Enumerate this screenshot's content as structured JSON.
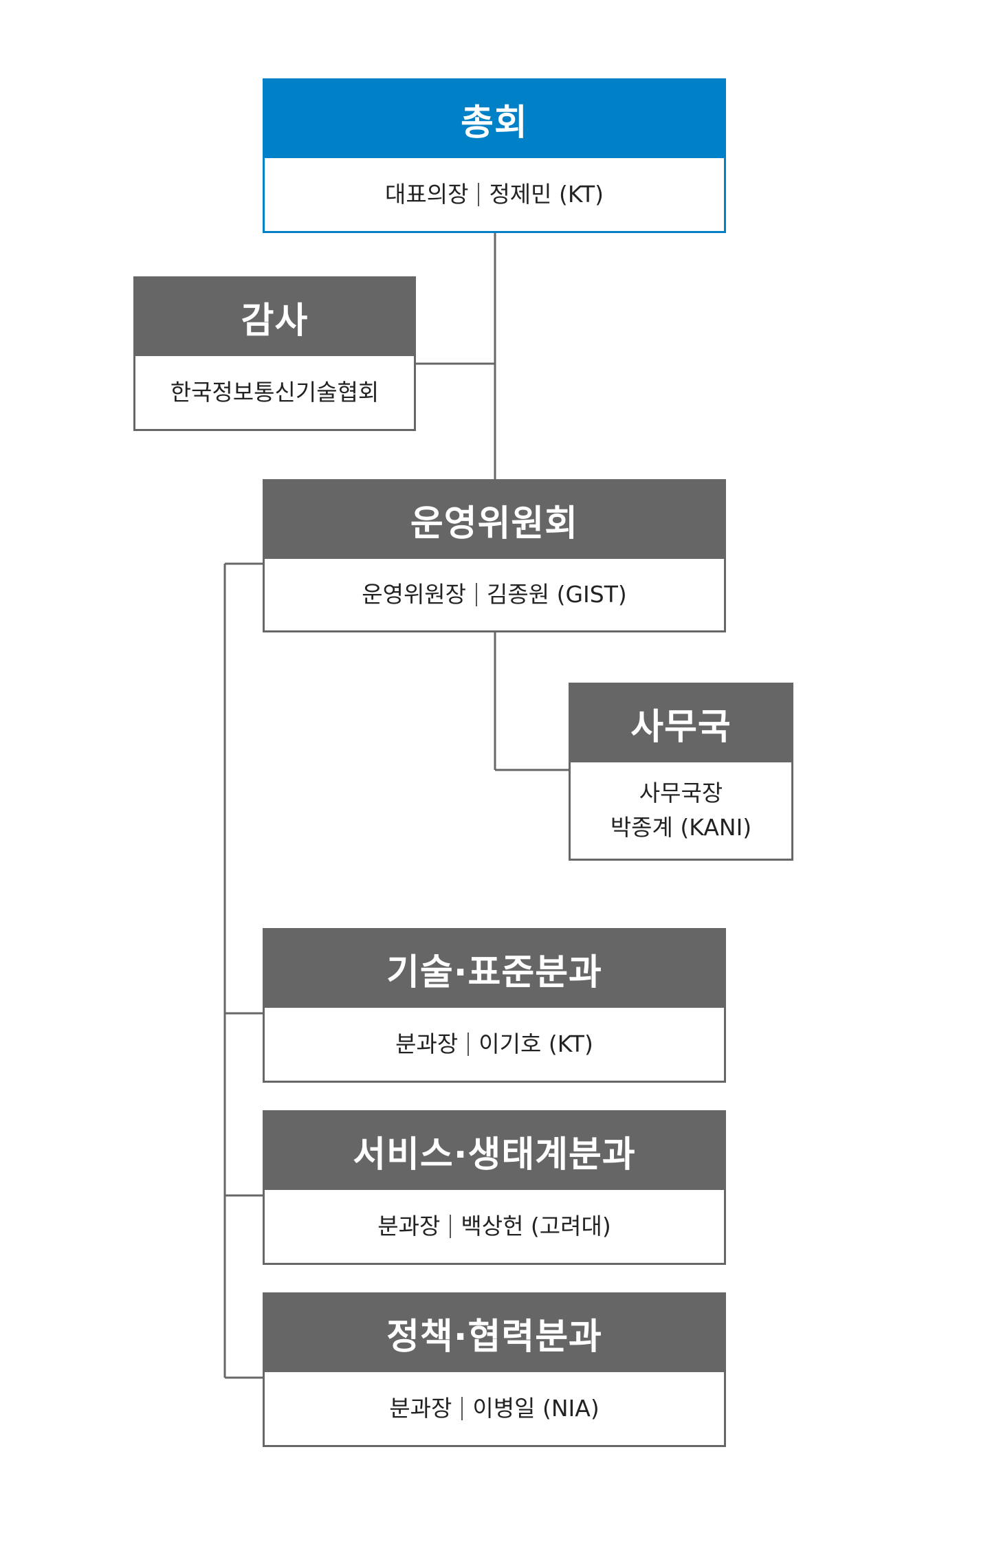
{
  "colors": {
    "primary": "#0080c6",
    "secondary": "#666666",
    "text": "#222222"
  },
  "nodes": {
    "general_assembly": {
      "title": "총회",
      "role": "대표의장",
      "person": "정제민 (KT)"
    },
    "audit": {
      "title": "감사",
      "org": "한국정보통신기술협회"
    },
    "steering_committee": {
      "title": "운영위원회",
      "role": "운영위원장",
      "person": "김종원 (GIST)"
    },
    "secretariat": {
      "title": "사무국",
      "role": "사무국장",
      "person": "박종계 (KANI)"
    },
    "tech_standard": {
      "title": "기술·표준분과",
      "role": "분과장",
      "person": "이기호 (KT)"
    },
    "service_ecosystem": {
      "title": "서비스·생태계분과",
      "role": "분과장",
      "person": "백상헌 (고려대)"
    },
    "policy_cooperation": {
      "title": "정책·협력분과",
      "role": "분과장",
      "person": "이병일 (NIA)"
    }
  }
}
